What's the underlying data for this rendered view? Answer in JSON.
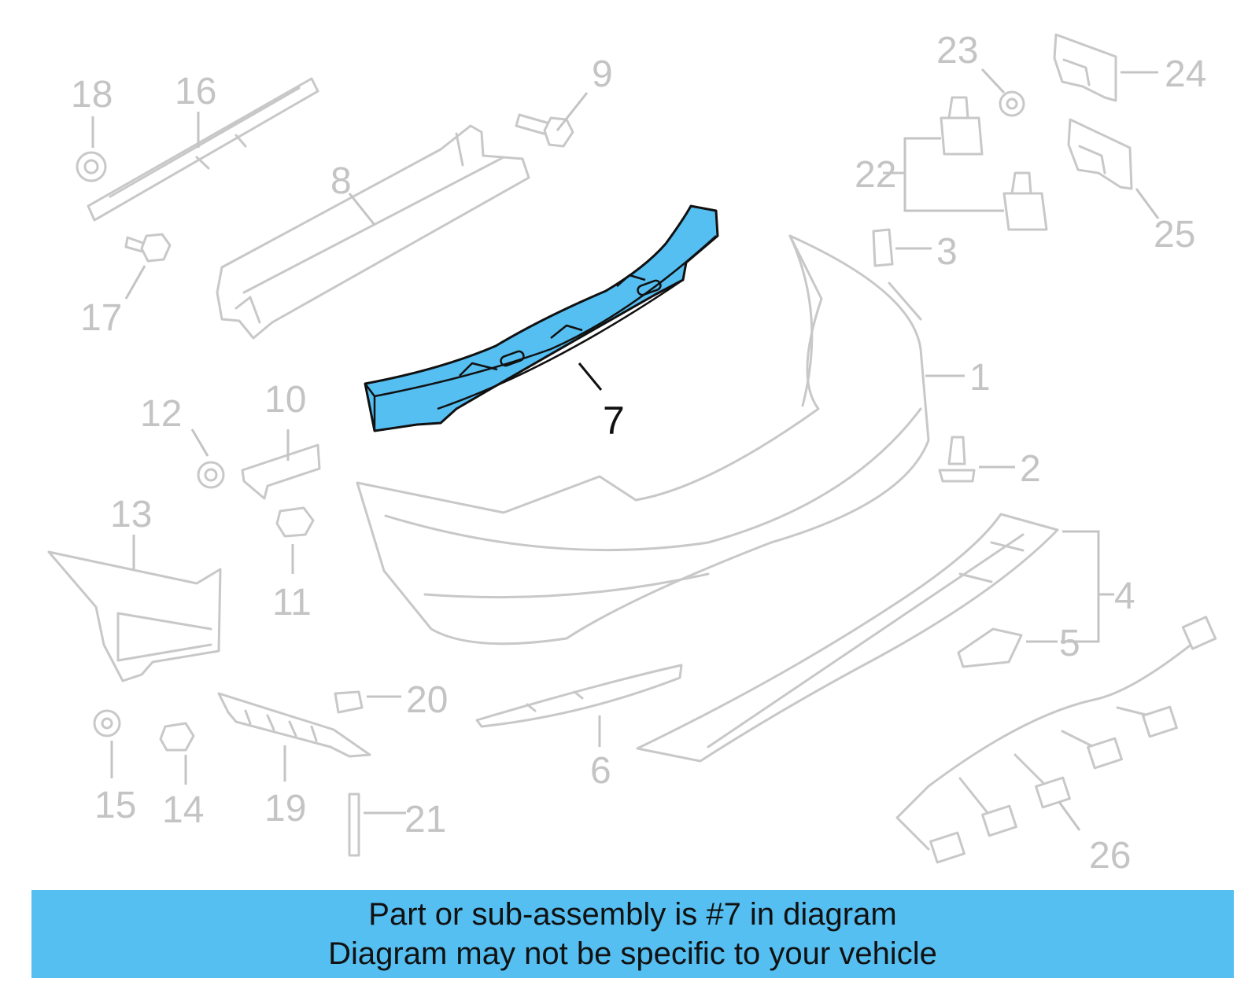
{
  "diagram": {
    "highlighted_part": "7",
    "highlight_color": "#55bff2",
    "callouts": [
      "1",
      "2",
      "3",
      "4",
      "5",
      "6",
      "7",
      "8",
      "9",
      "10",
      "11",
      "12",
      "13",
      "14",
      "15",
      "16",
      "17",
      "18",
      "19",
      "20",
      "21",
      "22",
      "23",
      "24",
      "25",
      "26"
    ]
  },
  "banner": {
    "line1": "Part or sub-assembly is #7 in diagram",
    "line2": "Diagram may not be specific to your vehicle",
    "background": "#55bff2"
  }
}
